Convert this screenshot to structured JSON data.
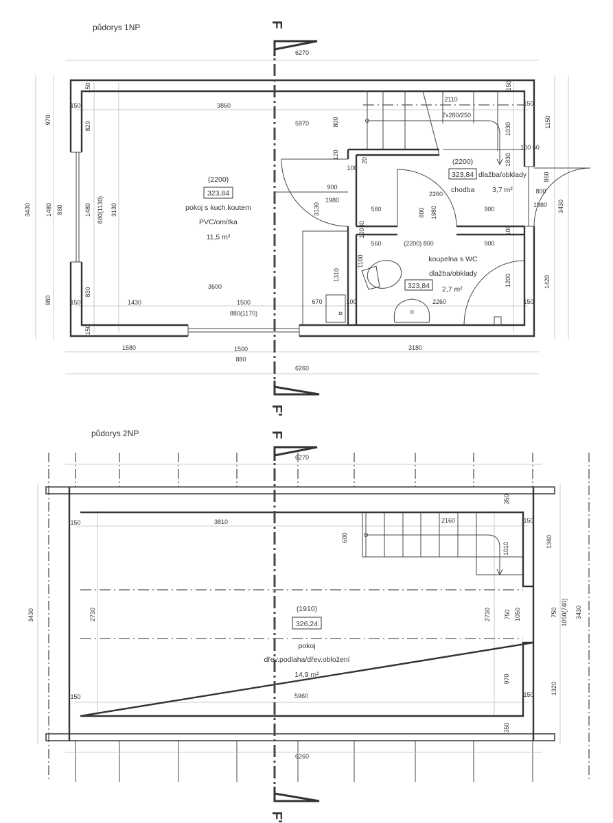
{
  "plan_1np": {
    "title": "půdorys 1NP",
    "dims": [
      "6270",
      "150",
      "150",
      "3860",
      "820",
      "5970",
      "800",
      "2110",
      "7x280/250",
      "150",
      "1030",
      "1150",
      "150",
      "120",
      "100",
      "20",
      "100 50",
      "1830",
      "900",
      "1980",
      "3130",
      "560",
      "2260",
      "800",
      "1980",
      "900",
      "860",
      "800",
      "1980",
      "3430",
      "30",
      "100",
      "100",
      "560",
      "(2200) 800",
      "900",
      "1180",
      "1310",
      "1200",
      "1420",
      "670",
      "100",
      "2260",
      "150",
      "3600",
      "830",
      "150",
      "1430",
      "1500",
      "880(1170)",
      "150",
      "1580",
      "1500",
      "880",
      "3180",
      "6260",
      "970",
      "3430",
      "1480",
      "880",
      "980",
      "1480",
      "880(1130)",
      "3130"
    ],
    "rooms": {
      "living": {
        "height": "(2200)",
        "level": "323,84",
        "name": "pokoj s kuch.koutem",
        "finish": "PVC/omítka",
        "area": "11,5 m²"
      },
      "corridor": {
        "height": "(2200)",
        "level": "323,84",
        "finish": "dlažba/obklady",
        "name": "chodba",
        "area": "3,7 m²"
      },
      "bathroom": {
        "name": "koupelna s WC",
        "finish": "dlažba/obklady",
        "level": "323,84",
        "area": "2,7 m²"
      }
    }
  },
  "plan_2np": {
    "title": "půdorys 2NP",
    "dims": [
      "6270",
      "350",
      "150",
      "3810",
      "2160",
      "150",
      "600",
      "1010",
      "1360",
      "3430",
      "2730",
      "2730",
      "750",
      "1050",
      "750",
      "1050(740)",
      "3430",
      "970",
      "1320",
      "150",
      "5960",
      "150",
      "350",
      "6260"
    ],
    "room": {
      "height": "(1910)",
      "level": "326,24",
      "name": "pokoj",
      "finish": "dřev.podlaha/dřev.obložení",
      "area": "14,9 m²"
    }
  },
  "section_marks": {
    "start": "F",
    "end": "F'"
  }
}
